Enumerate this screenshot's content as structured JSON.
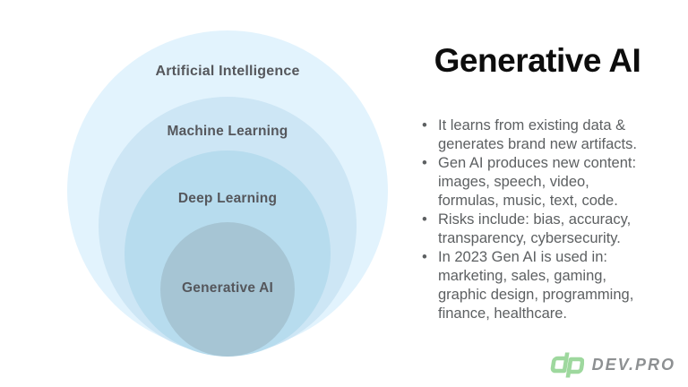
{
  "diagram": {
    "label_color": "#55575c",
    "rings": [
      {
        "label": "Artificial Intelligence",
        "color": "#e2f3fd"
      },
      {
        "label": "Machine Learning",
        "color": "#cde6f5"
      },
      {
        "label": "Deep Learning",
        "color": "#b7dcee"
      },
      {
        "label": "Generative AI",
        "color": "#a6c5d4"
      }
    ]
  },
  "panel": {
    "title": "Generative AI",
    "title_color": "#0d0d0d",
    "text_color": "#5d6062",
    "bullets": [
      {
        "lines": [
          "It learns from existing data &",
          "generates brand new artifacts."
        ]
      },
      {
        "lines": [
          "Gen AI produces new content:",
          "images, speech, video,",
          "formulas, music, text, code."
        ]
      },
      {
        "lines": [
          "Risks include: bias, accuracy,",
          "transparency, cybersecurity."
        ]
      },
      {
        "lines": [
          "In 2023 Gen AI is used in:",
          "marketing, sales, gaming,",
          "graphic design, programming,",
          "finance, healthcare."
        ]
      }
    ]
  },
  "footer": {
    "logo_mark": "dp",
    "logo_text": "DEV.PRO",
    "logo_mark_color": "#9ed89e",
    "logo_text_color": "#8d9092"
  }
}
